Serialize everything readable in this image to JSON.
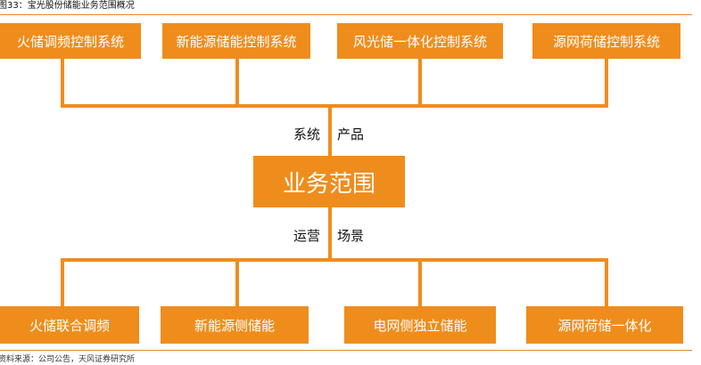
{
  "caption": "图33：宝光股份储能业务范围概况",
  "source": "资料来源：公司公告，天风证券研究所",
  "top_boxes": [
    "火储调频控制系统",
    "新能源储能控制系统",
    "风光储一体化控制系统",
    "源网荷储控制系统"
  ],
  "center_box": "业务范围",
  "upper_labels": [
    "系统",
    "产品"
  ],
  "lower_labels": [
    "运营",
    "场景"
  ],
  "bottom_boxes": [
    "火储联合调频",
    "新能源侧储能",
    "电网侧独立储能",
    "源网荷储一体化"
  ],
  "colors": {
    "accent": "#ef8d1c",
    "rule": "#e8892a"
  }
}
